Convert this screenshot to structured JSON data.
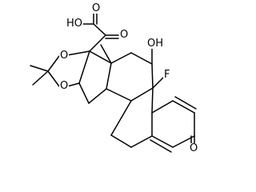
{
  "molecule": {
    "atom_labels": {
      "hydroxyl_acid": "HO",
      "carbonyl_o_1": "O",
      "carbonyl_o_2": "O",
      "ring_o_1": "O",
      "ring_o_2": "O",
      "hydroxyl_11": "OH",
      "fluorine": "F",
      "ketone_o": "O"
    }
  }
}
